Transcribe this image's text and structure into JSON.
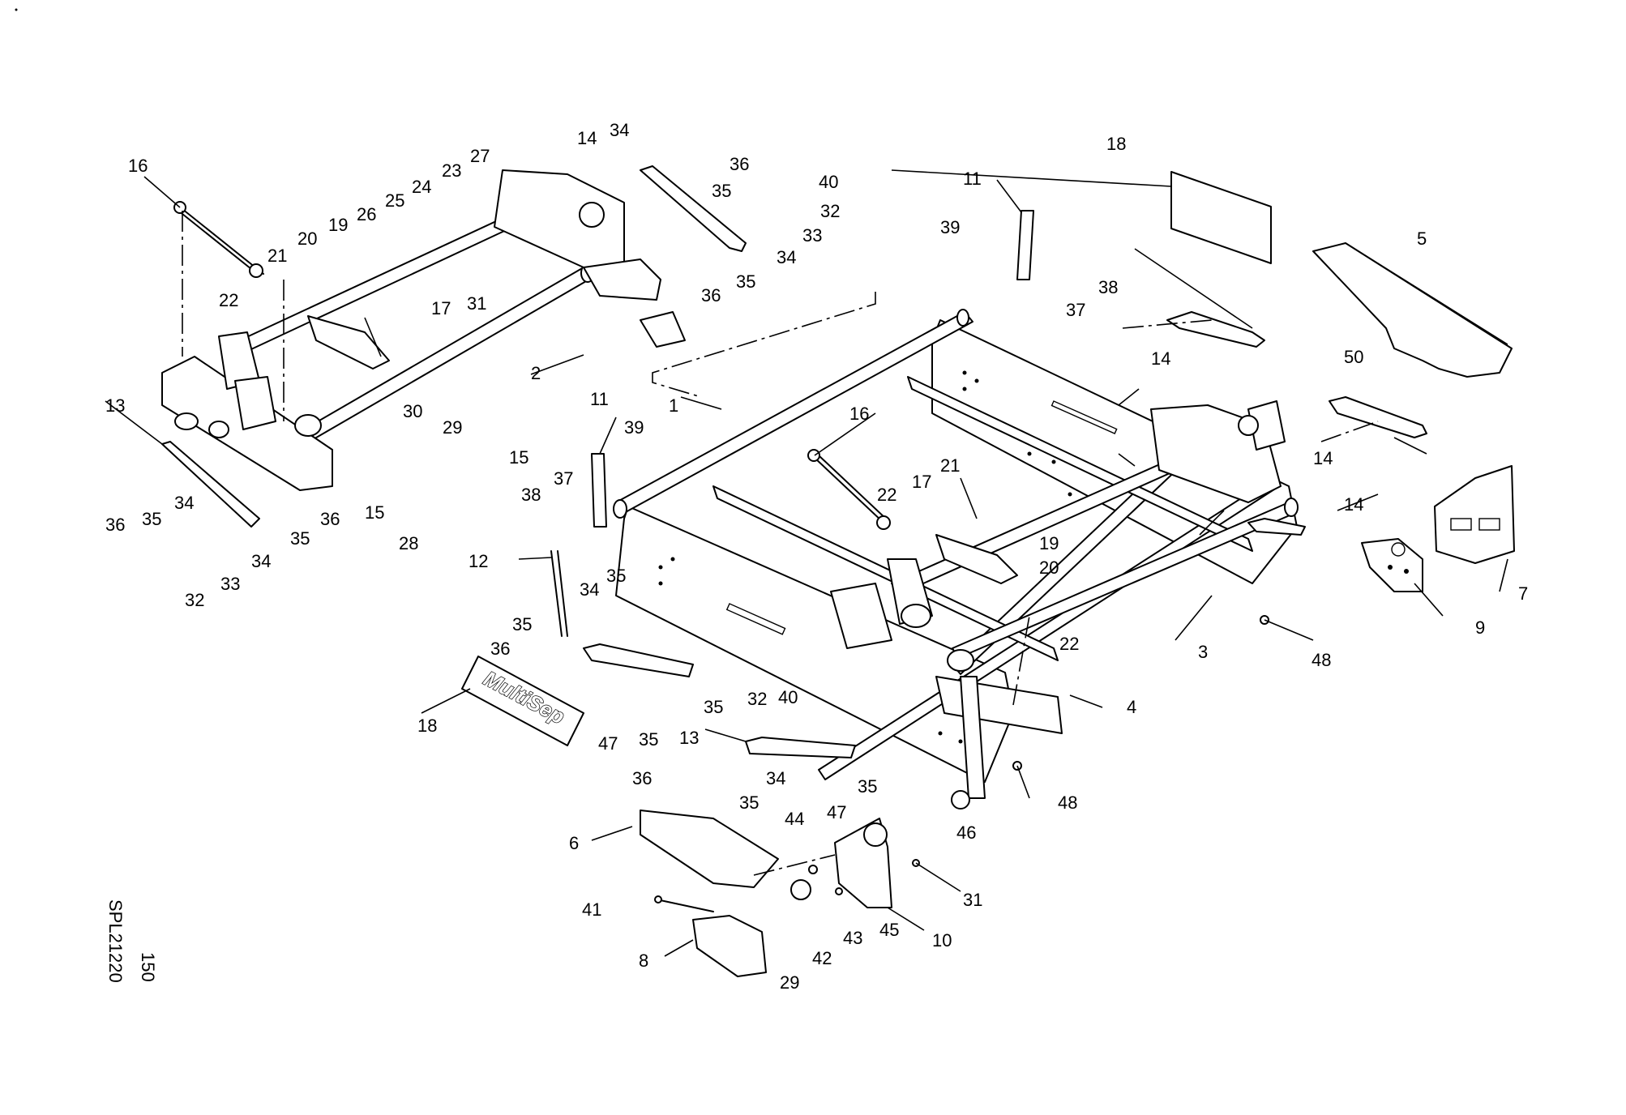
{
  "document": {
    "drawing_code": "SPL21220",
    "sheet_number": "150"
  },
  "logo": {
    "text": "MultiSep"
  },
  "callouts": {
    "c1": "1",
    "c2": "2",
    "c3": "3",
    "c4": "4",
    "c5": "5",
    "c6": "6",
    "c7": "7",
    "c8": "8",
    "c9": "9",
    "c10": "10",
    "c11a": "11",
    "c11b": "11",
    "c12": "12",
    "c13a": "13",
    "c13b": "13",
    "c14a": "14",
    "c14b": "14",
    "c14c": "14",
    "c14d": "14",
    "c15a": "15",
    "c15b": "15",
    "c16a": "16",
    "c16b": "16",
    "c17a": "17",
    "c17b": "17",
    "c18a": "18",
    "c18b": "18",
    "c19a": "19",
    "c19b": "19",
    "c20a": "20",
    "c20b": "20",
    "c21a": "21",
    "c21b": "21",
    "c22a": "22",
    "c22b": "22",
    "c22c": "22",
    "c23": "23",
    "c24": "24",
    "c25": "25",
    "c26": "26",
    "c27": "27",
    "c28": "28",
    "c29a": "29",
    "c29b": "29",
    "c30": "30",
    "c31a": "31",
    "c31b": "31",
    "c32a": "32",
    "c32b": "32",
    "c32c": "32",
    "c33a": "33",
    "c33b": "33",
    "c34a": "34",
    "c34b": "34",
    "c34c": "34",
    "c34d": "34",
    "c34e": "34",
    "c34f": "34",
    "c35a": "35",
    "c35b": "35",
    "c35c": "35",
    "c35d": "35",
    "c35e": "35",
    "c35f": "35",
    "c35g": "35",
    "c35h": "35",
    "c35i": "35",
    "c35j": "35",
    "c36a": "36",
    "c36b": "36",
    "c36c": "36",
    "c36d": "36",
    "c36e": "36",
    "c36f": "36",
    "c37a": "37",
    "c37b": "37",
    "c38a": "38",
    "c38b": "38",
    "c39a": "39",
    "c39b": "39",
    "c40a": "40",
    "c40b": "40",
    "c41": "41",
    "c42": "42",
    "c43": "43",
    "c44": "44",
    "c45": "45",
    "c46": "46",
    "c47a": "47",
    "c47b": "47",
    "c48a": "48",
    "c48b": "48",
    "c50": "50"
  }
}
